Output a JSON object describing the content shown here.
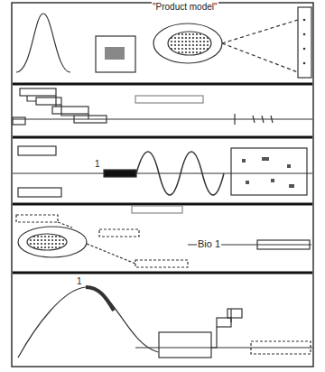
{
  "diagram": {
    "labels": [
      "\"Product model\"",
      "1",
      "Bio 1",
      "1"
    ]
  }
}
